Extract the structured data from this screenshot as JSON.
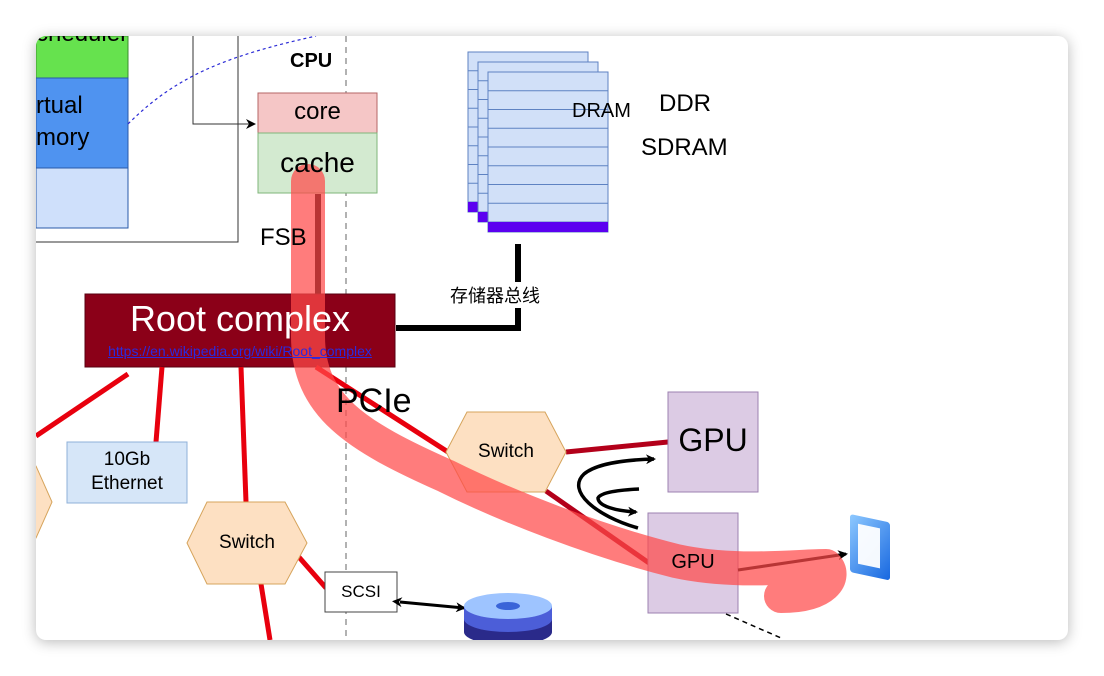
{
  "labels": {
    "scheduler_partial": "cheduler",
    "virtual_memory_line1": "rtual",
    "virtual_memory_line2": "mory",
    "cpu": "CPU",
    "core": "core",
    "cache": "cache",
    "fsb": "FSB",
    "dram": "DRAM",
    "ddr": "DDR",
    "sdram": "SDRAM",
    "memory_bus": "存储器总线",
    "root_complex": "Root complex",
    "root_complex_link": "https://en.wikipedia.org/wiki/Root_complex",
    "pcie": "PCIe",
    "switch_main": "Switch",
    "gpu_top": "GPU",
    "gpu_bottom": "GPU",
    "ethernet_line1": "10Gb",
    "ethernet_line2": "Ethernet",
    "switch_lower": "Switch",
    "scsi": "SCSI"
  },
  "colors": {
    "root_complex_fill": "#8b0018",
    "pcie_line": "#e8000e",
    "highlight_stroke": "#ff5a5a",
    "core_fill": "#f5c6c6",
    "cache_fill": "#d3ead0",
    "dram_fill": "#d1e0f8",
    "dram_base": "#5b00f0",
    "switch_fill": "#fde0c2",
    "gpu_fill": "#dccbe4",
    "ethernet_fill": "#d6e6f8"
  },
  "icons": {
    "disk": "disk-icon",
    "monitor": "monitor-icon"
  }
}
